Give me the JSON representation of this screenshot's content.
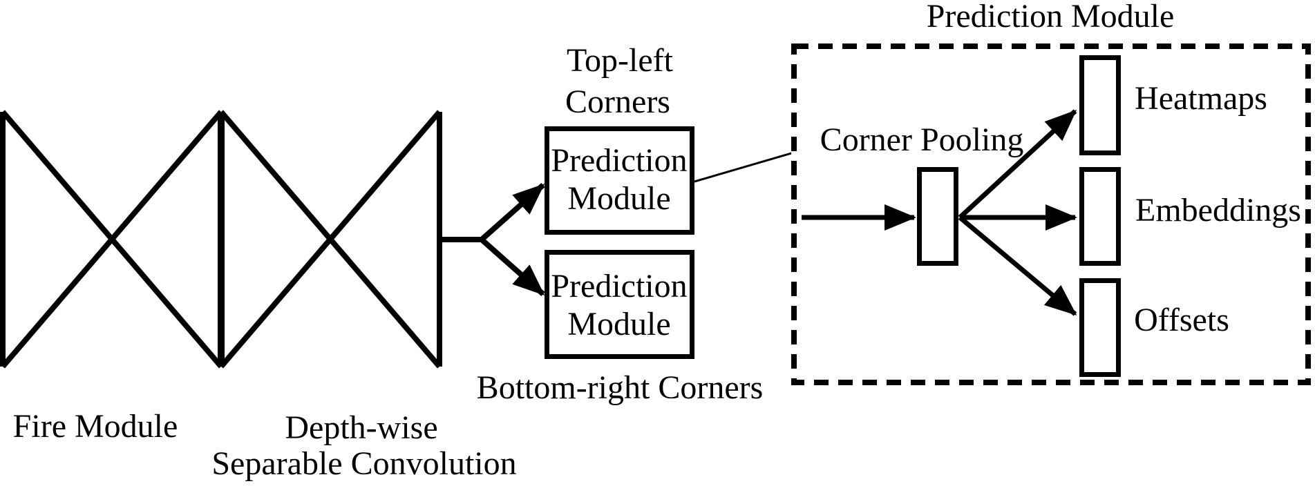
{
  "figure": {
    "description_title": "CornerNet-style detector architecture figure",
    "colors": {
      "ink": "#000000",
      "paper": "#ffffff"
    },
    "backbone": {
      "fire_module_label": "Fire Module",
      "depthwise_label_line1": "Depth-wise",
      "depthwise_label_line2": "Separable Convolution"
    },
    "branches": {
      "top_left_caption_line1": "Top-left",
      "top_left_caption_line2": "Corners",
      "bottom_right_caption": "Bottom-right Corners",
      "top_box": {
        "line1": "Prediction",
        "line2": "Module"
      },
      "bottom_box": {
        "line1": "Prediction",
        "line2": "Module"
      }
    },
    "detail_panel": {
      "title": "Prediction Module",
      "pooling_label": "Corner Pooling",
      "output_labels": [
        "Heatmaps",
        "Embeddings",
        "Offsets"
      ]
    }
  }
}
